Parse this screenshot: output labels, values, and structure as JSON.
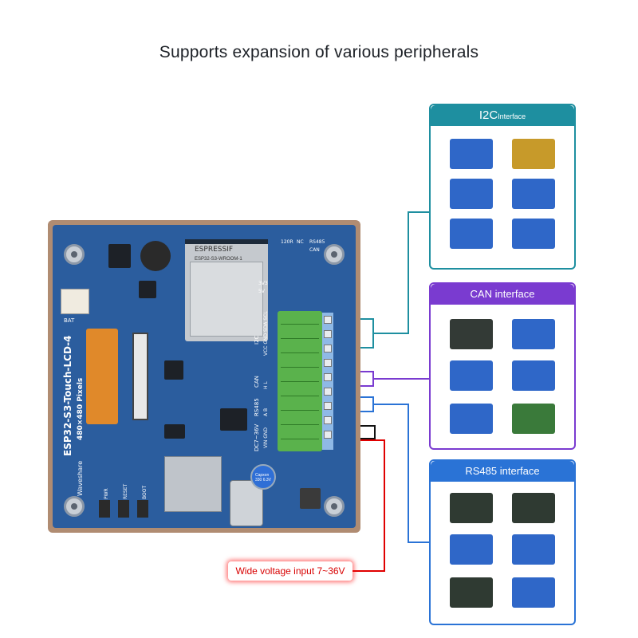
{
  "header": {
    "title": "Supports expansion of various peripherals"
  },
  "panels": {
    "i2c": {
      "label_main": "I2C",
      "label_sub": "Interface",
      "color": "#1e8fa0"
    },
    "can": {
      "label": "CAN interface",
      "color": "#7a3bd0"
    },
    "rs485": {
      "label": "RS485 interface",
      "color": "#2a73d6"
    }
  },
  "power": {
    "label": "Wide voltage input 7~36V",
    "color": "#e00000"
  },
  "board": {
    "brand": "ESPRESSIF",
    "module_model": "ESP32-S3-WROOM-1",
    "product_name": "ESP32-S3-Touch-LCD-4",
    "resolution": "480×480 Pixels",
    "maker": "Waveshare",
    "labels": {
      "bat": "BAT",
      "i2c": "I2C",
      "can": "CAN",
      "rs485": "RS485",
      "dc": "DC7~36V",
      "pins_i2c": "VCC GND SDA SCL",
      "pins_can": "H L",
      "pins_rs485": "A B",
      "pins_power": "VIN GND",
      "pwr": "PWR",
      "reset": "RESET",
      "boot": "BOOT",
      "r120": "120R",
      "nc": "NC",
      "rs485_sw": "RS485",
      "can_sw": "CAN",
      "v33": "3V3",
      "v5": "5V"
    },
    "capacitor_text": "Capxon 330 6.3V"
  }
}
